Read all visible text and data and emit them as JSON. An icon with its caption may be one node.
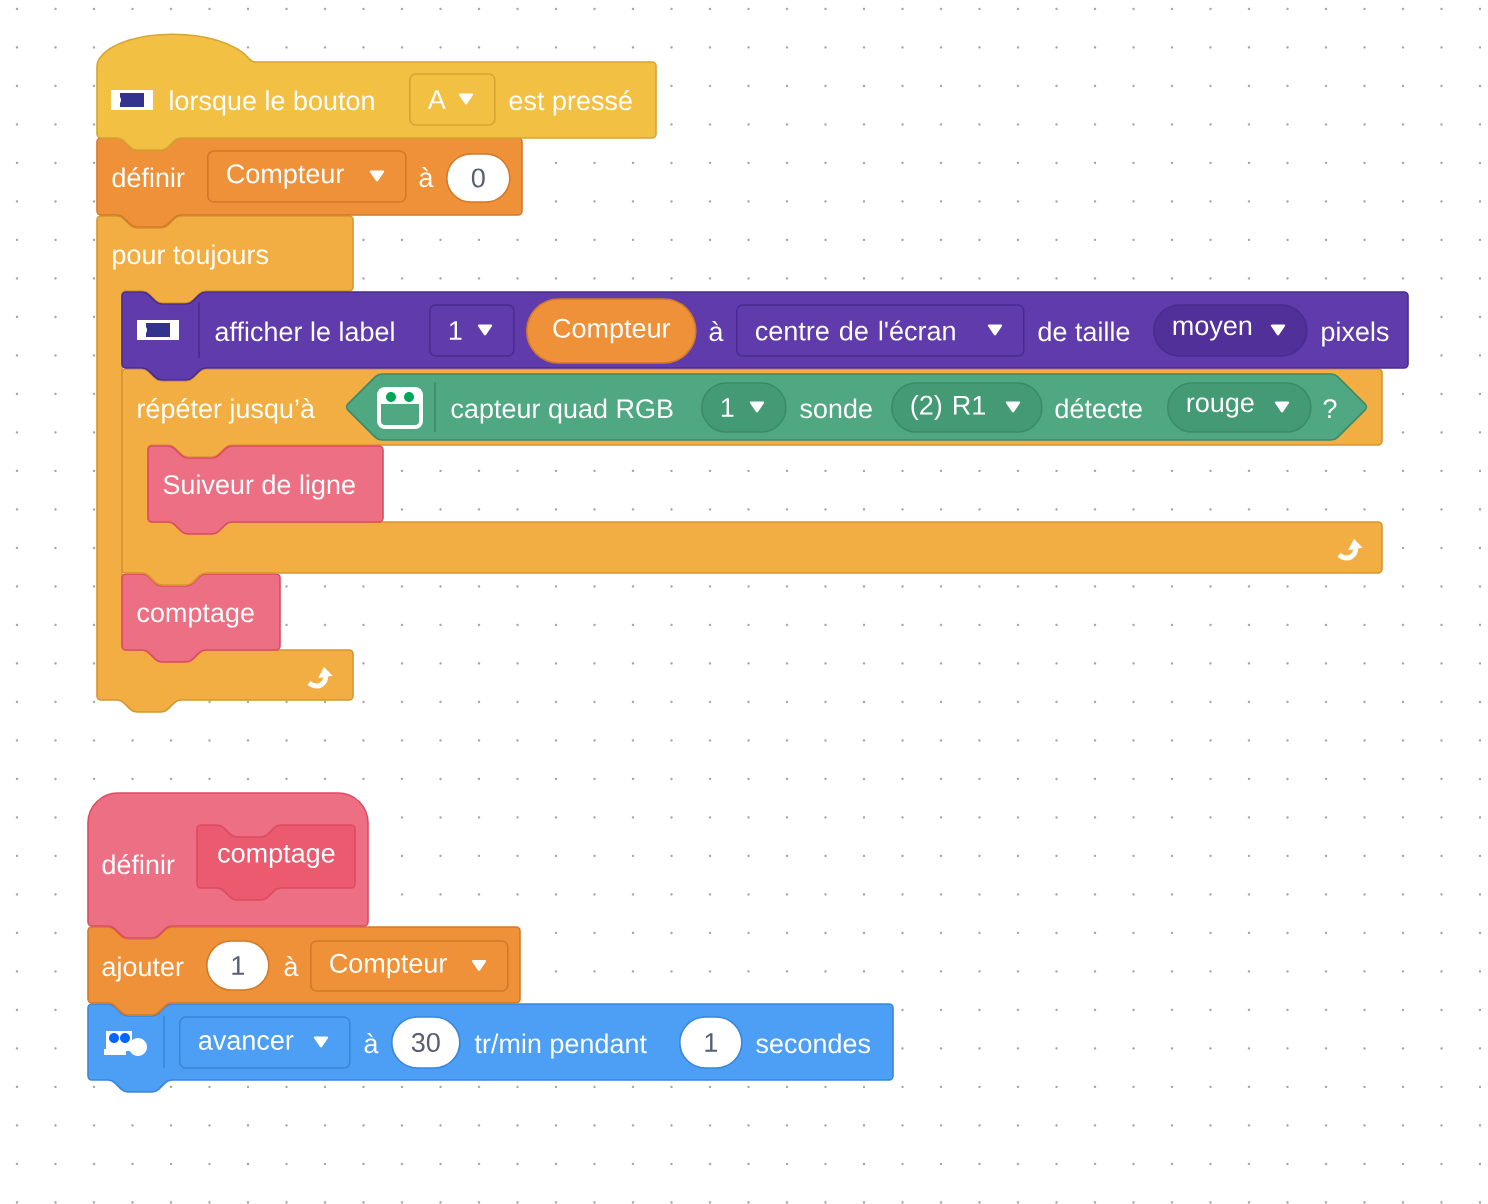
{
  "diagram": {
    "nodes": [
      {
        "text": [
          "lorsque le bouton",
          "est pressé"
        ]
      },
      {
        "text": [
          "A"
        ],
        "in": 0
      },
      {
        "text": [
          "définir",
          "à"
        ]
      },
      {
        "text": [
          "Compteur"
        ],
        "in": 2
      },
      {
        "text": [
          "0"
        ],
        "in": 2
      },
      {
        "text": [
          "pour toujours"
        ]
      },
      {
        "text": [
          "afficher le label",
          "à",
          "de taille",
          "pixels"
        ]
      },
      {
        "text": [
          "1"
        ],
        "in": 6
      },
      {
        "text": [
          "Compteur"
        ],
        "in": 6
      },
      {
        "text": [
          "centre de l'écran"
        ],
        "in": 6
      },
      {
        "text": [
          "moyen"
        ],
        "in": 6
      },
      {
        "text": [
          "répéter jusqu’à"
        ]
      },
      {
        "text": [
          "capteur quad RGB",
          "sonde",
          "détecte",
          "?"
        ],
        "in": 11
      },
      {
        "text": [
          "1"
        ],
        "in": 12
      },
      {
        "text": [
          "(2) R1"
        ],
        "in": 12
      },
      {
        "text": [
          "rouge"
        ],
        "in": 12
      },
      {
        "text": [
          "Suiveur de ligne"
        ],
        "in": 11
      },
      {
        "text": [
          "comptage"
        ],
        "in": 5
      },
      {
        "text": [
          "définir"
        ]
      },
      {
        "text": [
          "comptage"
        ],
        "in": 18
      },
      {
        "text": [
          "ajouter",
          "à"
        ]
      },
      {
        "text": [
          "1"
        ],
        "in": 20
      },
      {
        "text": [
          "Compteur"
        ],
        "in": 20
      },
      {
        "text": [
          "à",
          "tr/min pendant",
          "secondes"
        ]
      },
      {
        "text": [
          "avancer"
        ],
        "in": 23
      },
      {
        "text": [
          "30"
        ],
        "in": 23
      },
      {
        "text": [
          "1"
        ],
        "in": 23
      }
    ]
  }
}
